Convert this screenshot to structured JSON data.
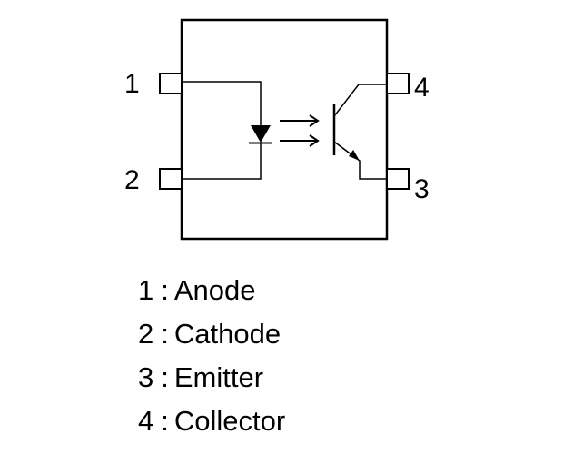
{
  "pins": [
    {
      "number": "1",
      "name": "Anode"
    },
    {
      "number": "2",
      "name": "Cathode"
    },
    {
      "number": "3",
      "name": "Emitter"
    },
    {
      "number": "4",
      "name": "Collector"
    }
  ],
  "legend_separator": ":",
  "colors": {
    "stroke": "#000000",
    "background": "#ffffff"
  }
}
